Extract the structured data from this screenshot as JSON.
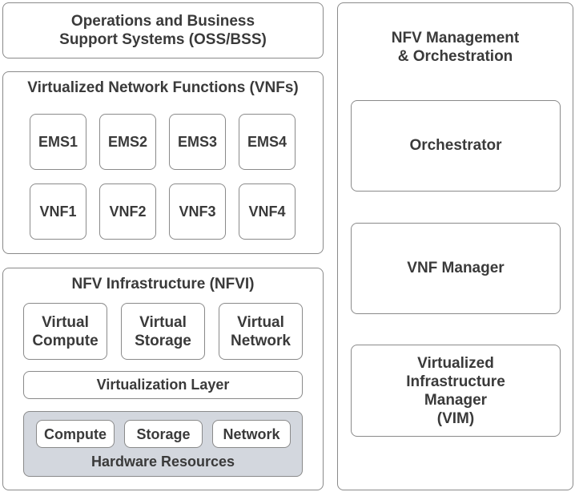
{
  "oss": {
    "title": "Operations and Business\nSupport Systems (OSS/BSS)"
  },
  "vnfs": {
    "title": "Virtualized Network Functions (VNFs)",
    "ems": [
      "EMS1",
      "EMS2",
      "EMS3",
      "EMS4"
    ],
    "vnf": [
      "VNF1",
      "VNF2",
      "VNF3",
      "VNF4"
    ]
  },
  "nfvi": {
    "title": "NFV Infrastructure (NFVI)",
    "virtual_compute": "Virtual\nCompute",
    "virtual_storage": "Virtual\nStorage",
    "virtual_network": "Virtual\nNetwork",
    "virtualization_layer": "Virtualization Layer",
    "hardware": {
      "compute": "Compute",
      "storage": "Storage",
      "network": "Network",
      "title": "Hardware Resources"
    }
  },
  "mano": {
    "title": "NFV Management\n& Orchestration",
    "orchestrator": "Orchestrator",
    "vnf_manager": "VNF Manager",
    "vim": "Virtualized\nInfrastructure\nManager\n(VIM)"
  },
  "colors": {
    "border": "#8a8a8a",
    "text": "#3a3a3a",
    "hardware_fill": "#d3d7de"
  }
}
